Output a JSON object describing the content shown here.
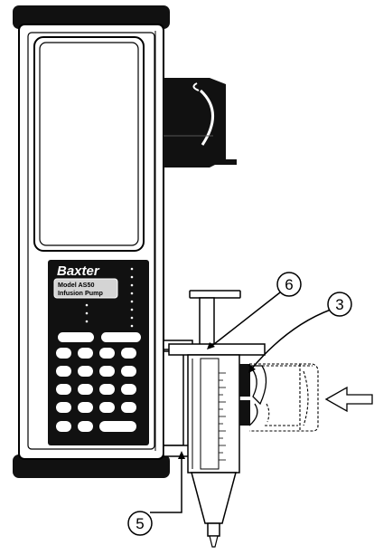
{
  "device": {
    "brand": "Baxter",
    "model_line1": "Model AS50",
    "model_line2": "Infusion Pump"
  },
  "callouts": [
    {
      "number": "6"
    },
    {
      "number": "3"
    },
    {
      "number": "5"
    }
  ],
  "colors": {
    "ink": "#000000",
    "background": "#ffffff",
    "keypad_panel": "#111111",
    "model_label": "#d4d4d4"
  },
  "icons": {
    "insert_direction": "arrow-left-outline-icon"
  }
}
